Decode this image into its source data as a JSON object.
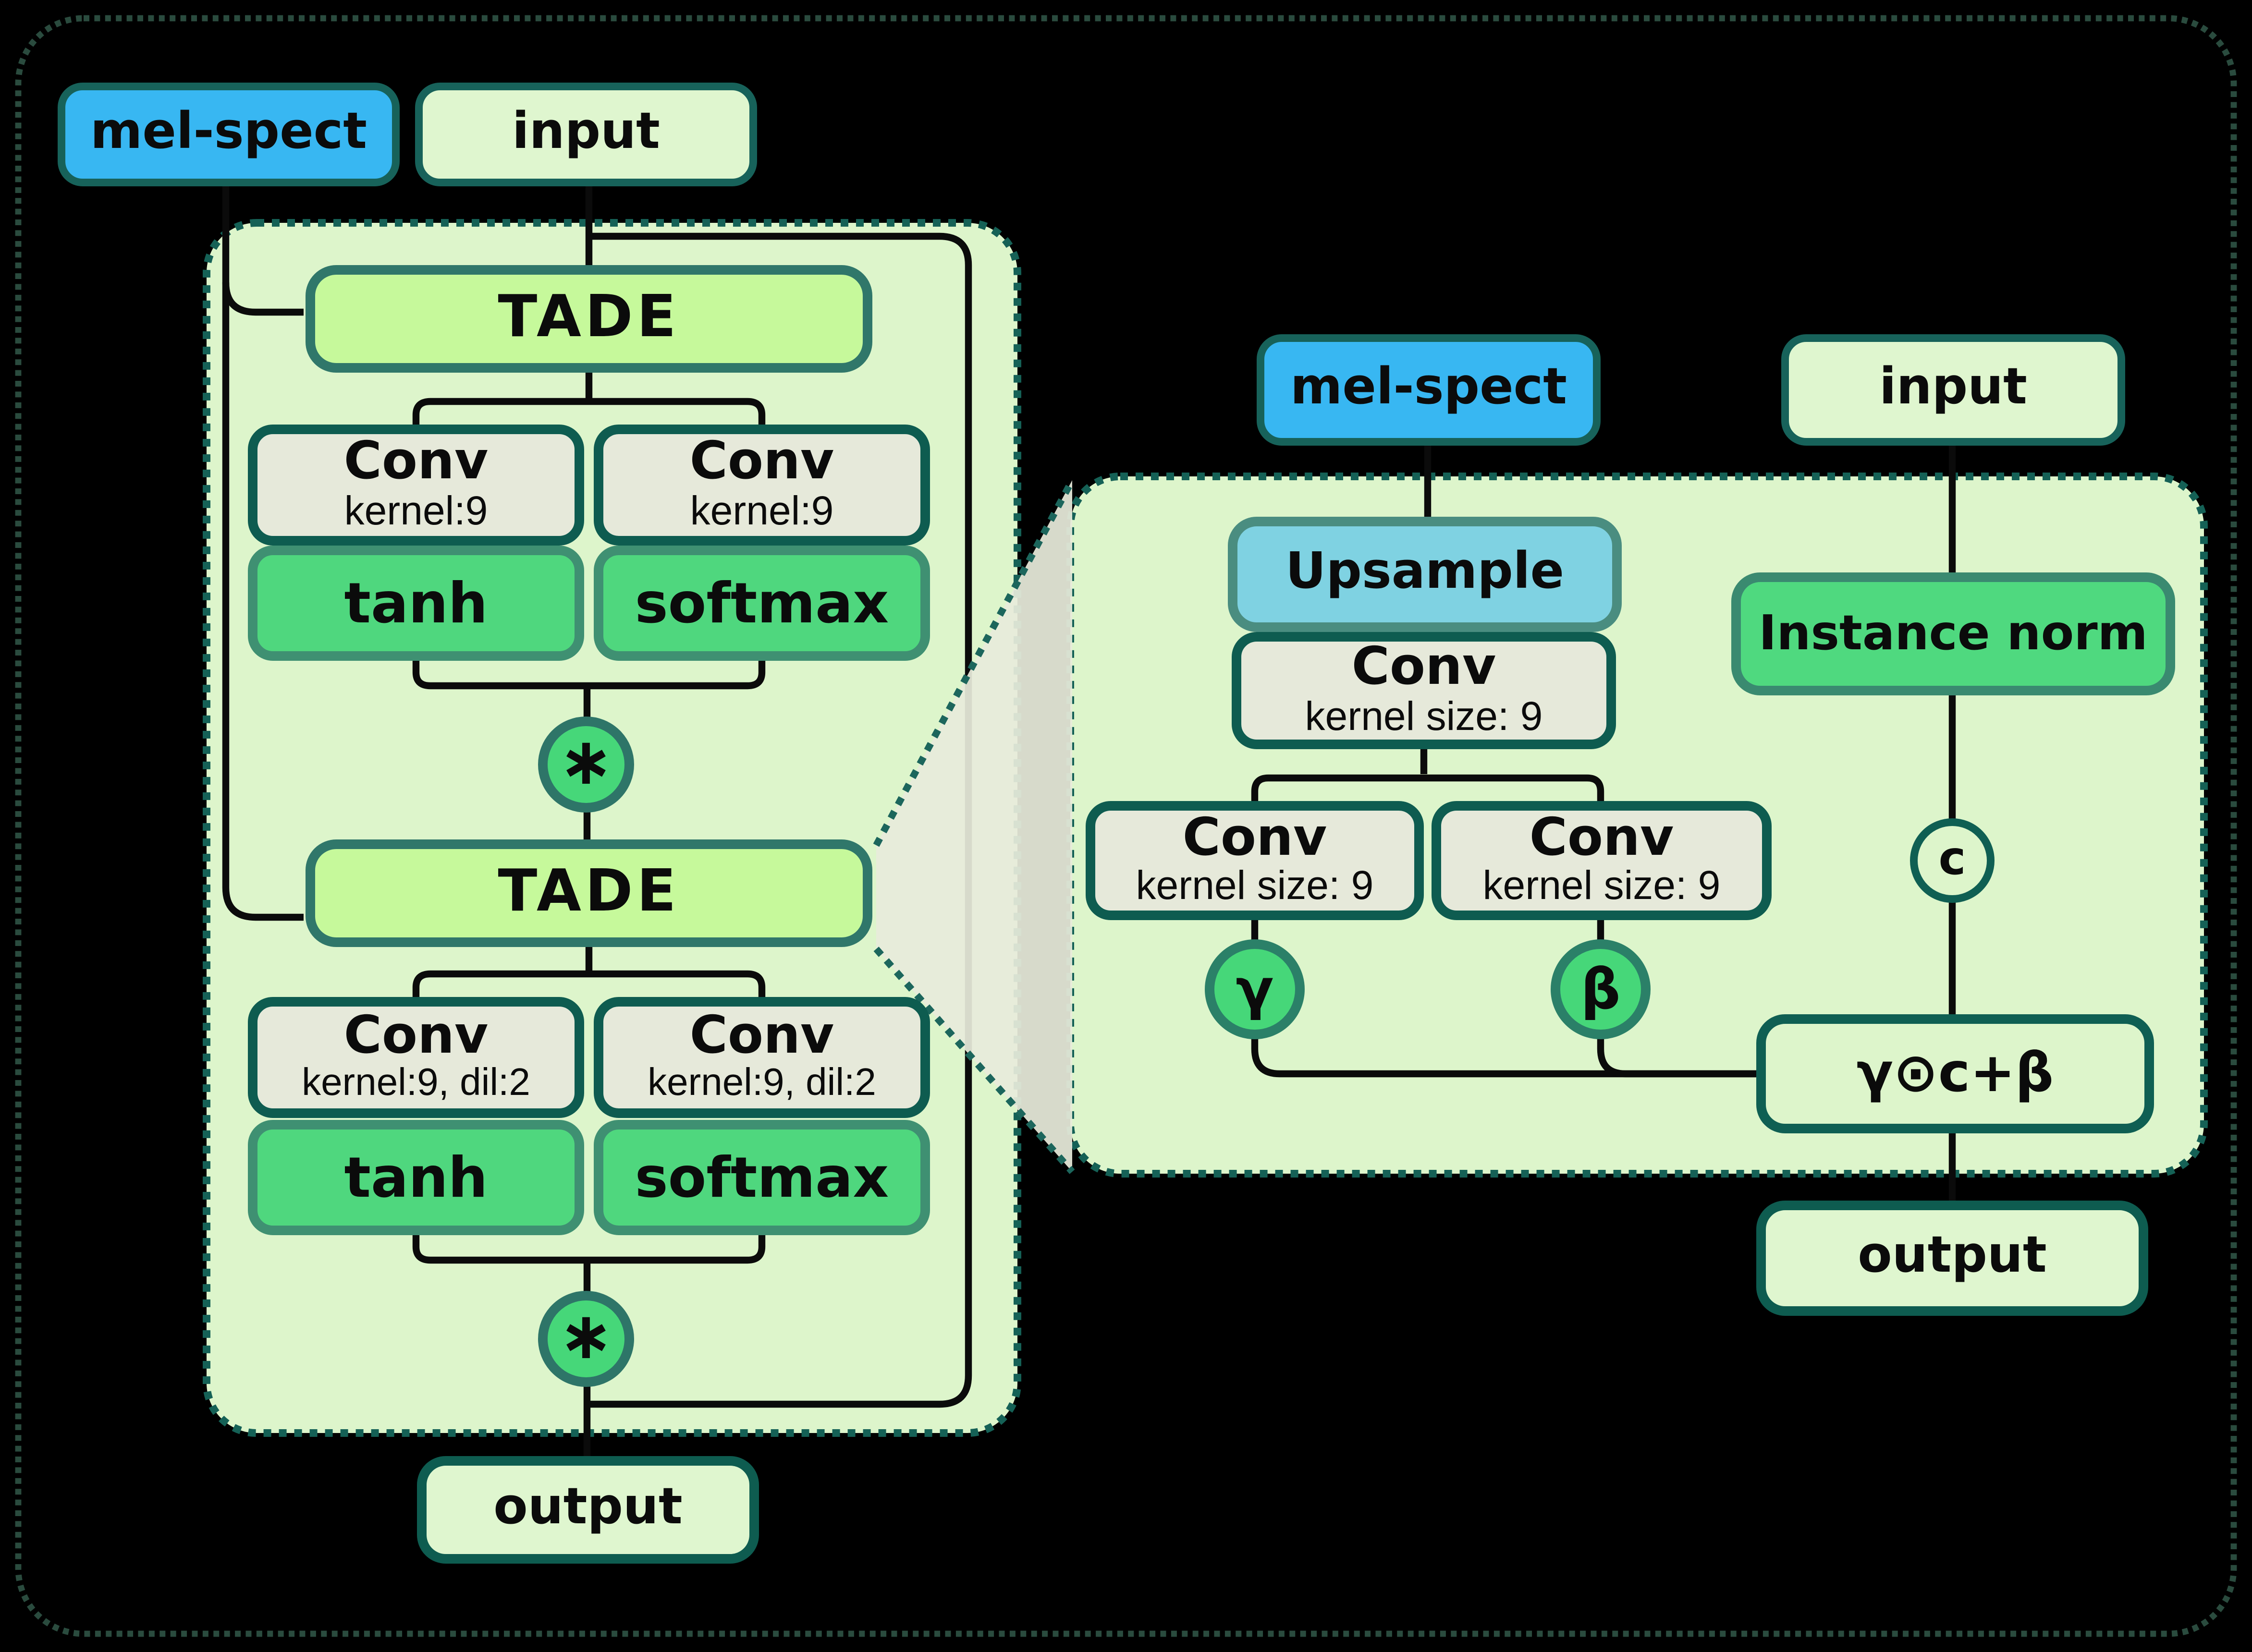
{
  "colors": {
    "background": "#000000",
    "outer_border": "#2a4b3e",
    "container_fill": "#ddf5cb",
    "container_border": "#156156",
    "line": "#0b0b0b",
    "blue_node": "#38b7f2",
    "light_blue_node": "#7fd2e2",
    "tade_fill": "#c6f99b",
    "green_fill": "#4fd77e",
    "conv_fill": "#e6e9da",
    "light_node_fill": "#dff6cf",
    "dark_border": "#0e5c50",
    "wedge_fill": "#e7ebda"
  },
  "left_diagram": {
    "mel_spect": "mel-spect",
    "input": "input",
    "tade_1": "TADE",
    "conv_1a": {
      "title": "Conv",
      "params": "kernel:9"
    },
    "conv_1b": {
      "title": "Conv",
      "params": "kernel:9"
    },
    "tanh_1": "tanh",
    "softmax_1": "softmax",
    "multiply_1": "∗",
    "tade_2": "TADE",
    "conv_2a": {
      "title": "Conv",
      "params": "kernel:9, dil:2"
    },
    "conv_2b": {
      "title": "Conv",
      "params": "kernel:9, dil:2"
    },
    "tanh_2": "tanh",
    "softmax_2": "softmax",
    "multiply_2": "∗",
    "output": "output"
  },
  "right_diagram": {
    "mel_spect": "mel-spect",
    "input": "input",
    "upsample": "Upsample",
    "conv_top": {
      "title": "Conv",
      "params": "kernel size: 9"
    },
    "conv_gamma": {
      "title": "Conv",
      "params": "kernel size: 9"
    },
    "conv_beta": {
      "title": "Conv",
      "params": "kernel size: 9"
    },
    "gamma": "γ",
    "beta": "β",
    "instance_norm": "Instance norm",
    "content_node": "c",
    "modulation": "γ⊙c+β",
    "output": "output"
  }
}
